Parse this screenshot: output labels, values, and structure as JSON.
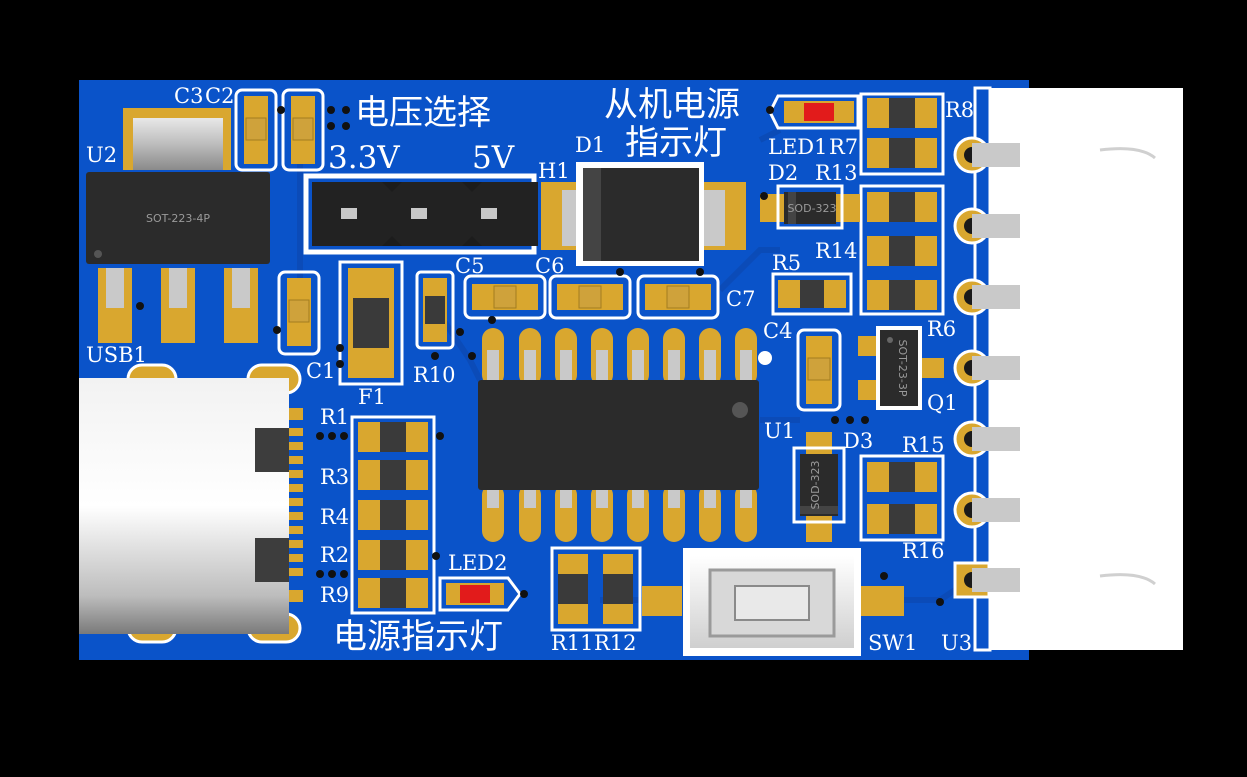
{
  "colors": {
    "pcb_blue": "#0a53c9",
    "gold_pad": "#d9a72f",
    "silkscreen": "#ffffff",
    "chip_body": "#2b2b2b",
    "led_red": "#e21b1b"
  },
  "headings": {
    "voltage_select": "电压选择",
    "v33": "3.3V",
    "v5": "5V",
    "slave_power_line1": "从机电源",
    "slave_power_line2": "指示灯",
    "power_indicator": "电源指示灯"
  },
  "chip_markings": {
    "u2": "SOT-223-4P",
    "d2": "SOD-323",
    "d3": "SOD-323",
    "q1": "SOT-23-3P"
  },
  "designators": {
    "c3": "C3",
    "c2": "C2",
    "u2": "U2",
    "usb1": "USB1",
    "c1": "C1",
    "f1": "F1",
    "r10": "R10",
    "h1": "H1",
    "d1": "D1",
    "c5": "C5",
    "c6": "C6",
    "c7": "C7",
    "led1": "LED1",
    "r7": "R7",
    "r8": "R8",
    "d2": "D2",
    "r13": "R13",
    "r14": "R14",
    "r5": "R5",
    "r6": "R6",
    "c4": "C4",
    "q1": "Q1",
    "u1": "U1",
    "d3": "D3",
    "r15": "R15",
    "r16": "R16",
    "r1": "R1",
    "r3": "R3",
    "r4": "R4",
    "r2": "R2",
    "r9": "R9",
    "led2": "LED2",
    "r11": "R11",
    "r12": "R12",
    "sw1": "SW1",
    "u3": "U3"
  }
}
